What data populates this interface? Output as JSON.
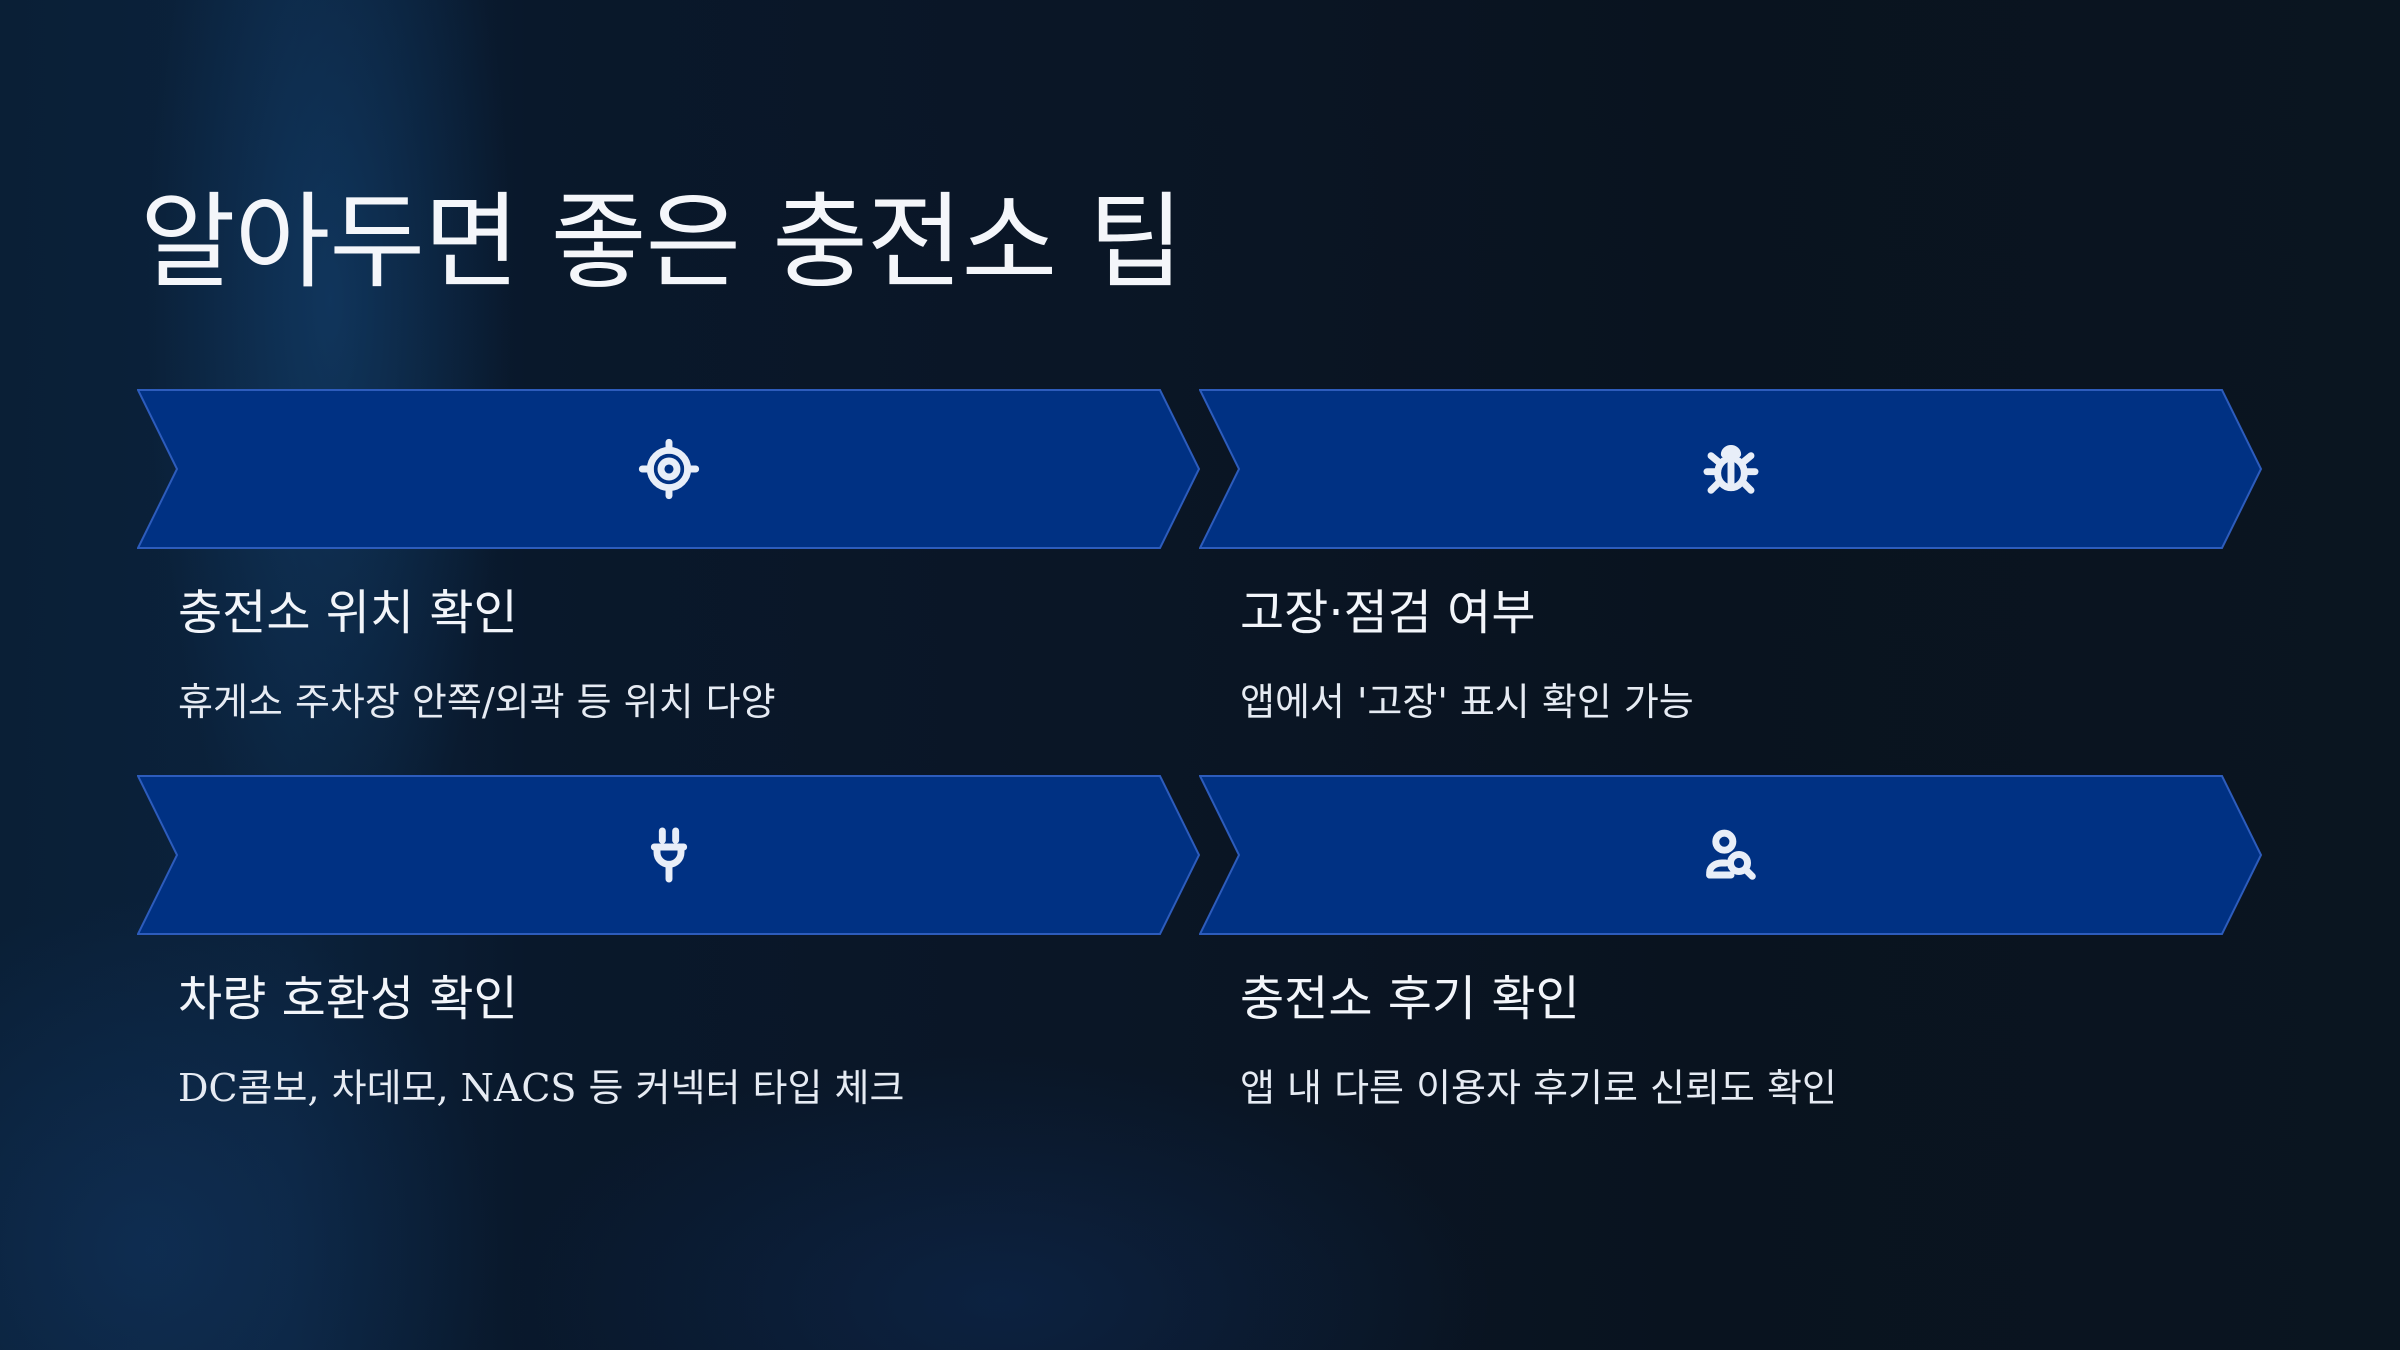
{
  "slide": {
    "title": "알아두면 좋은 충전소 팁",
    "colors": {
      "background": "#0a1626",
      "chevron_fill": "#003183",
      "chevron_border": "#2d5cbc",
      "text": "#f2f5fa"
    },
    "tips": [
      {
        "icon": "crosshair-locate-icon",
        "heading": "충전소 위치 확인",
        "description": "휴게소 주차장 안쪽/외곽 등 위치 다양"
      },
      {
        "icon": "bug-icon",
        "heading": "고장·점검 여부",
        "description": "앱에서 '고장' 표시 확인 가능"
      },
      {
        "icon": "plug-icon",
        "heading": "차량 호환성 확인",
        "description": "DC콤보, 차데모, NACS 등 커넥터 타입 체크"
      },
      {
        "icon": "user-search-icon",
        "heading": "충전소 후기 확인",
        "description": "앱 내 다른 이용자 후기로 신뢰도 확인"
      }
    ]
  }
}
